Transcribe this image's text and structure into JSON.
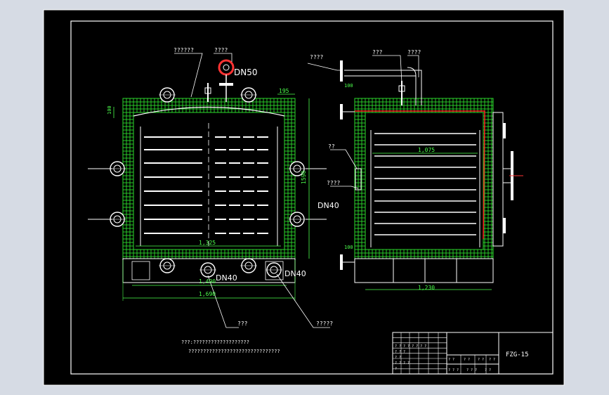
{
  "colors": {
    "frame_bg": "#c9ced8",
    "paper": "#000000",
    "border": "#ffffff",
    "insulation": "#2bd92b",
    "shelf": "#ffffff",
    "dim": "#4cff4c",
    "leader": "#ffffff",
    "flange": "#ffffff",
    "steam_pipe": "#ff2020",
    "accent_ring": "#ff3333"
  },
  "icons": {
    "flange": "flange-icon",
    "valve": "valve-icon"
  },
  "left_view": {
    "callout_1": "??????",
    "callout_2": "????",
    "flange_top": "DN50",
    "dim_top_right": "195",
    "dim_left_small": "100",
    "dim_height": "1590",
    "dim_inner_width": "1,325",
    "dim_mid_width": "1,490",
    "dim_overall_width": "1,690",
    "flange_bottom_mid": "DN40",
    "flange_bottom_right": "DN40",
    "callout_bottom_left": "???",
    "callout_bottom_right": "?????"
  },
  "right_view": {
    "callout_top_left": "????",
    "callout_top_mid": "???",
    "callout_top_right": "????",
    "dim_top": "100",
    "dim_shelf": "1,075",
    "callout_side": "??",
    "callout_side_2": "????",
    "flange_side": "DN40",
    "dim_bottom_small": "100",
    "dim_bottom": "1,230"
  },
  "notes": {
    "line_1": "???:???????????????????",
    "line_2": "???????????????????????????????"
  },
  "title_block": {
    "drawing_no": "FZG-15",
    "row_1": "? ? ? ? ? ? ? ?",
    "row_2": "? ? ?",
    "row_3": "? ?",
    "row_4": "? ? ? ?",
    "row_5": "?",
    "cell_a": "? ?",
    "cell_b": "? ?",
    "cell_c": "? ?",
    "cell_d": "? ?",
    "cell_e": "? ? ?",
    "cell_f": "? ? ?",
    "cell_g": "? ?"
  }
}
